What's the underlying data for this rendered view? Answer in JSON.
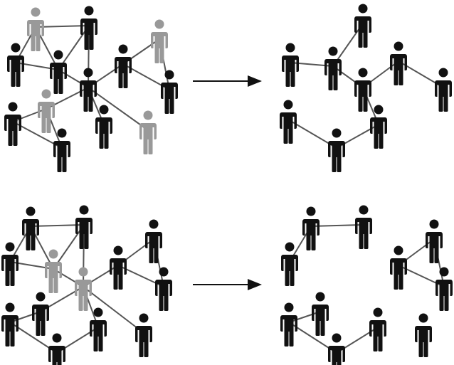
{
  "colors": {
    "kept": "#111111",
    "removed": "#999999",
    "edge": "#555555",
    "arrow": "#111111"
  },
  "panels": [
    {
      "id": "top-before",
      "nodes": [
        {
          "id": "a",
          "status": "removed"
        },
        {
          "id": "b",
          "status": "kept"
        },
        {
          "id": "c",
          "status": "kept"
        },
        {
          "id": "d",
          "status": "kept"
        },
        {
          "id": "e",
          "status": "kept"
        },
        {
          "id": "f",
          "status": "removed"
        },
        {
          "id": "g",
          "status": "kept"
        },
        {
          "id": "h",
          "status": "kept"
        },
        {
          "id": "i",
          "status": "removed"
        },
        {
          "id": "j",
          "status": "kept"
        },
        {
          "id": "k",
          "status": "kept"
        },
        {
          "id": "l",
          "status": "removed"
        },
        {
          "id": "m",
          "status": "kept"
        }
      ],
      "edges": [
        [
          "a",
          "b"
        ],
        [
          "a",
          "c"
        ],
        [
          "a",
          "d"
        ],
        [
          "b",
          "d"
        ],
        [
          "b",
          "g"
        ],
        [
          "c",
          "d"
        ],
        [
          "d",
          "g"
        ],
        [
          "g",
          "e"
        ],
        [
          "e",
          "f"
        ],
        [
          "f",
          "h"
        ],
        [
          "e",
          "h"
        ],
        [
          "g",
          "i"
        ],
        [
          "g",
          "l"
        ],
        [
          "g",
          "k"
        ],
        [
          "i",
          "j"
        ],
        [
          "i",
          "m"
        ],
        [
          "j",
          "m"
        ]
      ]
    },
    {
      "id": "top-after",
      "nodes": [
        {
          "id": "b",
          "status": "kept"
        },
        {
          "id": "c",
          "status": "kept"
        },
        {
          "id": "d",
          "status": "kept"
        },
        {
          "id": "e",
          "status": "kept"
        },
        {
          "id": "g",
          "status": "kept"
        },
        {
          "id": "h",
          "status": "kept"
        },
        {
          "id": "j",
          "status": "kept"
        },
        {
          "id": "k",
          "status": "kept"
        },
        {
          "id": "m",
          "status": "kept"
        }
      ],
      "edges": [
        [
          "b",
          "d"
        ],
        [
          "c",
          "d"
        ],
        [
          "d",
          "g"
        ],
        [
          "g",
          "e"
        ],
        [
          "e",
          "h"
        ],
        [
          "g",
          "k"
        ],
        [
          "j",
          "m"
        ],
        [
          "m",
          "k"
        ]
      ]
    },
    {
      "id": "bottom-before",
      "nodes": [
        {
          "id": "a",
          "status": "kept"
        },
        {
          "id": "b",
          "status": "kept"
        },
        {
          "id": "c",
          "status": "kept"
        },
        {
          "id": "d",
          "status": "kept"
        },
        {
          "id": "e",
          "status": "kept"
        },
        {
          "id": "f",
          "status": "kept"
        },
        {
          "id": "g",
          "status": "kept"
        },
        {
          "id": "h",
          "status": "kept"
        },
        {
          "id": "i",
          "status": "kept"
        },
        {
          "id": "j",
          "status": "kept"
        },
        {
          "id": "k",
          "status": "kept"
        },
        {
          "id": "x",
          "status": "removed"
        },
        {
          "id": "y",
          "status": "removed"
        }
      ],
      "edges": [
        [
          "a",
          "b"
        ],
        [
          "a",
          "c"
        ],
        [
          "x",
          "a"
        ],
        [
          "x",
          "b"
        ],
        [
          "x",
          "c"
        ],
        [
          "x",
          "y"
        ],
        [
          "y",
          "b"
        ],
        [
          "y",
          "e"
        ],
        [
          "y",
          "h"
        ],
        [
          "y",
          "i"
        ],
        [
          "y",
          "j"
        ],
        [
          "d",
          "e"
        ],
        [
          "d",
          "f"
        ],
        [
          "e",
          "f"
        ],
        [
          "g",
          "h"
        ],
        [
          "g",
          "k"
        ],
        [
          "k",
          "i"
        ]
      ]
    },
    {
      "id": "bottom-after",
      "nodes": [
        {
          "id": "a",
          "status": "kept"
        },
        {
          "id": "b",
          "status": "kept"
        },
        {
          "id": "c",
          "status": "kept"
        },
        {
          "id": "d",
          "status": "kept"
        },
        {
          "id": "e",
          "status": "kept"
        },
        {
          "id": "f",
          "status": "kept"
        },
        {
          "id": "g",
          "status": "kept"
        },
        {
          "id": "h",
          "status": "kept"
        },
        {
          "id": "i",
          "status": "kept"
        },
        {
          "id": "j",
          "status": "kept"
        },
        {
          "id": "k",
          "status": "kept"
        }
      ],
      "edges": [
        [
          "a",
          "b"
        ],
        [
          "a",
          "c"
        ],
        [
          "d",
          "e"
        ],
        [
          "d",
          "f"
        ],
        [
          "e",
          "f"
        ],
        [
          "g",
          "h"
        ],
        [
          "g",
          "k"
        ],
        [
          "k",
          "i"
        ]
      ]
    }
  ]
}
